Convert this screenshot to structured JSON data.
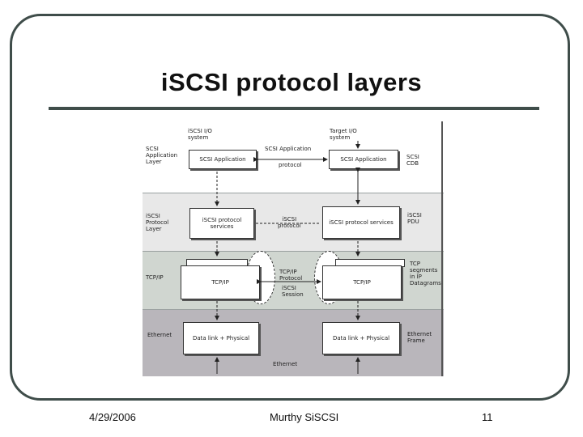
{
  "slide": {
    "title": "iSCSI protocol layers",
    "footer_date": "4/29/2006",
    "footer_center": "Murthy SiSCSI",
    "footer_page": "11"
  },
  "diagram": {
    "labels": {
      "initiator_io": "iSCSI I/O\nsystem",
      "target_io": "Target I/O\nsystem",
      "layer_app": "SCSI\nApplication\nLayer",
      "layer_iscsi": "iSCSI\nProtocol\nLayer",
      "layer_tcp": "TCP/IP",
      "layer_eth": "Ethernet",
      "app_protocol_top": "SCSI Application",
      "app_protocol_bottom": "protocol",
      "scsi_cdb": "SCSI\nCDB",
      "iscsi_protocol": "iSCSI\nprotocol",
      "iscsi_pdu": "iSCSI\nPDU",
      "tcpip_protocol": "TCP/IP\nProtocol",
      "iscsi_session": "iSCSI\nSession",
      "tcp_segments": "TCP\nsegments\nin IP\nDatagrams",
      "ethernet_frame": "Ethernet\nFrame",
      "ethernet_bottom": "Ethernet"
    },
    "boxes": {
      "left_app": "SCSI Application",
      "right_app": "SCSI Application",
      "left_iscsi": "iSCSI protocol\nservices",
      "right_iscsi": "iSCSI protocol services",
      "left_tcp": "TCP/IP",
      "right_tcp": "TCP/IP",
      "left_dl": "Data link + Physical",
      "right_dl": "Data link + Physical"
    }
  }
}
